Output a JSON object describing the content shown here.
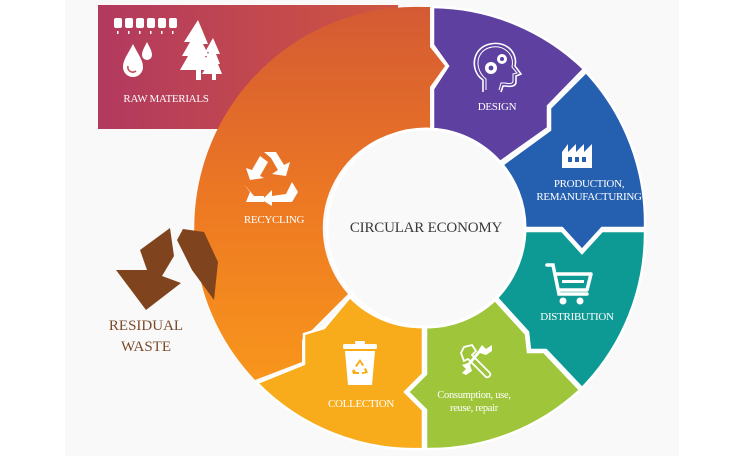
{
  "diagram": {
    "title": "CIRCULAR ECONOMY",
    "colors": {
      "raw_materials_start": "#b2395f",
      "raw_materials_end": "#c7533f",
      "recycling_top": "#d75b33",
      "recycling_bottom": "#f4861f",
      "design": "#5e40a0",
      "production": "#2560b0",
      "distribution": "#0e9a94",
      "consumption": "#9fc63b",
      "collection": "#f8a91c",
      "residual_waste": "#7f441d",
      "center": "#f9f9f9",
      "title_text": "#3a3a3a"
    },
    "stages": [
      {
        "id": "raw-materials",
        "label": "RAW MATERIALS",
        "icon": "wheat-water-trees-icon"
      },
      {
        "id": "design",
        "label": "DESIGN",
        "icon": "head-gears-icon"
      },
      {
        "id": "production",
        "label_line1": "PRODUCTION,",
        "label_line2": "REMANUFACTURING",
        "icon": "factory-icon"
      },
      {
        "id": "distribution",
        "label": "DISTRIBUTION",
        "icon": "shopping-cart-icon"
      },
      {
        "id": "consumption",
        "label_line1": "Consumption, use,",
        "label_line2": "reuse, repair",
        "icon": "tools-icon"
      },
      {
        "id": "collection",
        "label": "COLLECTION",
        "icon": "recycle-bin-icon"
      },
      {
        "id": "recycling",
        "label": "RECYCLING",
        "icon": "recycle-icon"
      }
    ],
    "residual_waste": {
      "line1": "RESIDUAL",
      "line2": "WASTE",
      "icon": "down-arrow-icon"
    }
  }
}
